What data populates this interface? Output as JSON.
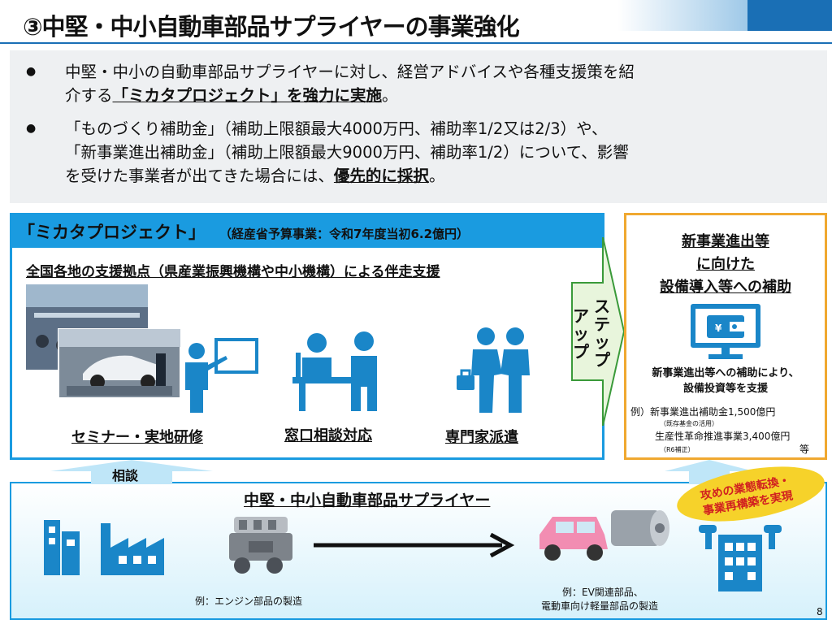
{
  "header": {
    "title": "③中堅・中小自動車部品サプライヤーの事業強化"
  },
  "bullets": {
    "b1_line1": "中堅・中小の自動車部品サプライヤーに対し、経営アドバイスや各種支援策を紹",
    "b1_line2_pre": "介する",
    "b1_line2_em": "「ミカタプロジェクト」を強力に実施",
    "b1_line2_post": "。",
    "b2_line1": "「ものづくり補助金」（補助上限額最大4000万円、補助率1/2又は2/3）や、",
    "b2_line2": "「新事業進出補助金」（補助上限額最大9000万円、補助率1/2）について、影響",
    "b2_line3_pre": "を受けた事業者が出てきた場合には、",
    "b2_line3_em": "優先的に採択",
    "b2_line3_post": "。"
  },
  "mikata": {
    "title": "「ミカタプロジェクト」",
    "subtitle": "（経産省予算事業：令和7年度当初6.2億円）",
    "support": "全国各地の支援拠点（県産業振興機構や中小機構）による伴走支援",
    "seminar": "セミナー・実地研修",
    "consult": "窓口相談対応",
    "expert": "専門家派遣"
  },
  "step": {
    "col1": "ステップ",
    "col2": "アップ"
  },
  "right": {
    "title1": "新事業進出等",
    "title2": "に向けた",
    "title3": "設備導入等への補助",
    "desc1": "新事業進出等への補助により、",
    "desc2": "設備投資等を支援",
    "ex1": "例）新事業進出補助金1,500億円",
    "ex1_note": "（既存基金の活用）",
    "ex2": "生産性革命推進事業3,400億円",
    "ex2_note": "（R6補正）",
    "ex_etc": "等"
  },
  "bottom": {
    "consult": "相談",
    "title": "中堅・中小自動車部品サプライヤー",
    "ex_left": "例：エンジン部品の製造",
    "ex_right1": "例：EV関連部品、",
    "ex_right2": "電動車向け軽量部品の製造",
    "badge1": "攻めの業態転換・",
    "badge2": "事業再構築を実現"
  },
  "page_number": "8",
  "colors": {
    "accent_blue": "#1a9be0",
    "icon_blue": "#1a86c8",
    "orange": "#f0a830",
    "badge_yellow": "#f6d22a",
    "badge_red": "#d12020"
  }
}
